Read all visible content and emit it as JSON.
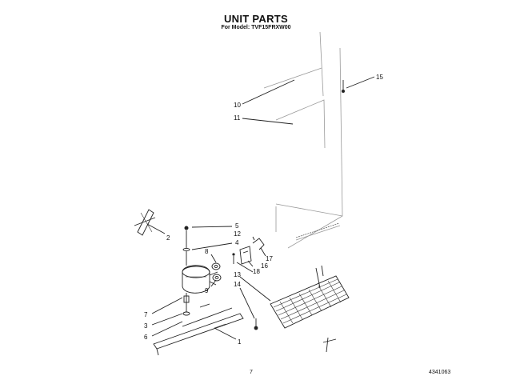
{
  "header": {
    "title": "UNIT PARTS",
    "subtitle": "For Model: TVF15FRXW00"
  },
  "footer": {
    "page_number": "7",
    "document_code": "4341063"
  },
  "callouts": {
    "c1": "1",
    "c2": "2",
    "c3": "3",
    "c4": "4",
    "c5": "5",
    "c6": "6",
    "c7": "7",
    "c8": "8",
    "c9": "9",
    "c10": "10",
    "c11": "11",
    "c12": "12",
    "c13": "13",
    "c14": "14",
    "c15": "15",
    "c16": "16",
    "c17": "17",
    "c18": "18"
  }
}
